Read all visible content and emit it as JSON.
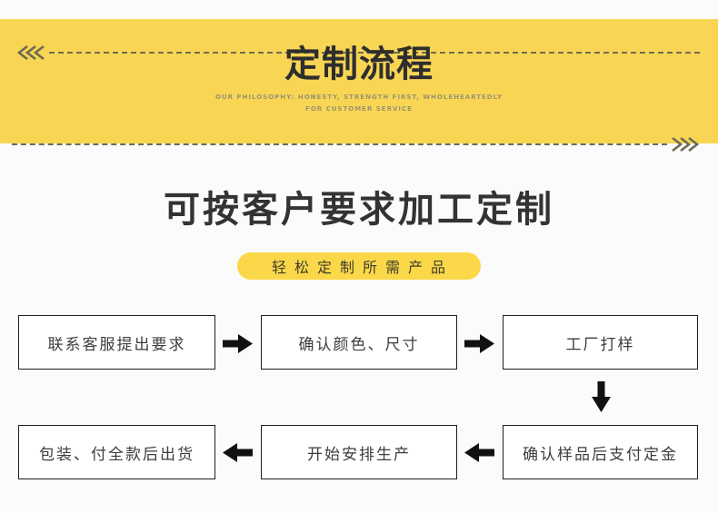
{
  "banner": {
    "title": "定制流程",
    "subtitle_line1": "OUR PHILOSOPHY: HONESTY, STRENGTH FIRST, WHOLEHEARTEDLY",
    "subtitle_line2": "FOR CUSTOMER SERVICE"
  },
  "section": {
    "heading": "可按客户要求加工定制",
    "pill_label": "轻松定制所需产品"
  },
  "flow": {
    "steps": [
      {
        "label": "联系客服提出要求"
      },
      {
        "label": "确认颜色、尺寸"
      },
      {
        "label": "工厂打样"
      },
      {
        "label": "确认样品后支付定金"
      },
      {
        "label": "开始安排生产"
      },
      {
        "label": "包装、付全款后出货"
      }
    ]
  },
  "colors": {
    "banner_bg": "#f8d654",
    "pill_bg": "#fbd84a",
    "dashed_line": "#6f6b52",
    "arrow": "#111111",
    "box_border": "#1f1f1f",
    "heading_text": "#333333",
    "box_text": "#3d3d3d",
    "subtitle_text": "#9a9272",
    "page_bg": "#fbfbfb"
  }
}
